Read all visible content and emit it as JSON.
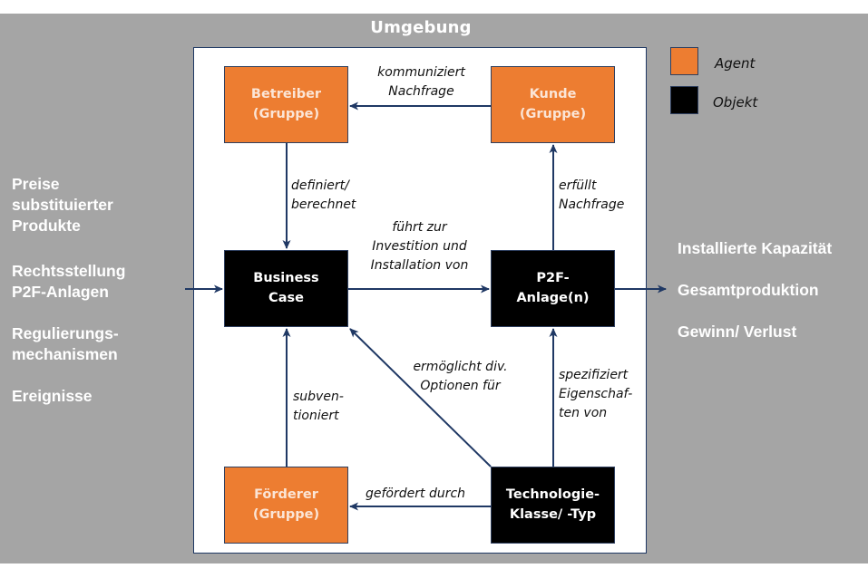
{
  "title": "Umgebung",
  "colors": {
    "background": "#a5a5a5",
    "agent": "#ed7d31",
    "object": "#000000",
    "arrow": "#1f3864"
  },
  "legend": [
    {
      "label": "Agent",
      "type": "agent"
    },
    {
      "label": "Objekt",
      "type": "object"
    }
  ],
  "nodes": {
    "betreiber": {
      "label": "Betreiber\n(Gruppe)",
      "type": "agent"
    },
    "kunde": {
      "label": "Kunde\n(Gruppe)",
      "type": "agent"
    },
    "business_case": {
      "label": "Business\nCase",
      "type": "object"
    },
    "p2f_anlage": {
      "label": "P2F-\nAnlage(n)",
      "type": "object"
    },
    "foerderer": {
      "label": "Förderer\n(Gruppe)",
      "type": "agent"
    },
    "technologie": {
      "label": "Technologie-\nKlasse/ -Typ",
      "type": "object"
    }
  },
  "edges": {
    "kunde_betreiber": {
      "from": "kunde",
      "to": "betreiber",
      "label": "kommuniziert\nNachfrage"
    },
    "betreiber_business": {
      "from": "betreiber",
      "to": "business_case",
      "label": "definiert/\nberechnet"
    },
    "business_p2f": {
      "from": "business_case",
      "to": "p2f_anlage",
      "label": "führt zur\nInvestition und\nInstallation von"
    },
    "p2f_kunde": {
      "from": "p2f_anlage",
      "to": "kunde",
      "label": "erfüllt\nNachfrage"
    },
    "foerderer_business": {
      "from": "foerderer",
      "to": "business_case",
      "label": "subven-\ntioniert"
    },
    "technologie_business": {
      "from": "technologie",
      "to": "business_case",
      "label": "ermöglicht div.\nOptionen für"
    },
    "technologie_p2f": {
      "from": "technologie",
      "to": "p2f_anlage",
      "label": "spezifiziert\nEigenschaf-\nten von"
    },
    "technologie_foerderer": {
      "from": "technologie",
      "to": "foerderer",
      "label": "gefördert durch"
    }
  },
  "inputs": {
    "preise": "Preise\nsubstituierter\nProdukte",
    "rechtsstellung": "Rechtsstellung\nP2F-Anlagen",
    "regulierung": "Regulierungs-\nmechanismen",
    "ereignisse": "Ereignisse"
  },
  "outputs": {
    "kapazitaet": "Installierte Kapazität",
    "gesamtproduktion": "Gesamtproduktion",
    "gewinn": "Gewinn/ Verlust"
  }
}
